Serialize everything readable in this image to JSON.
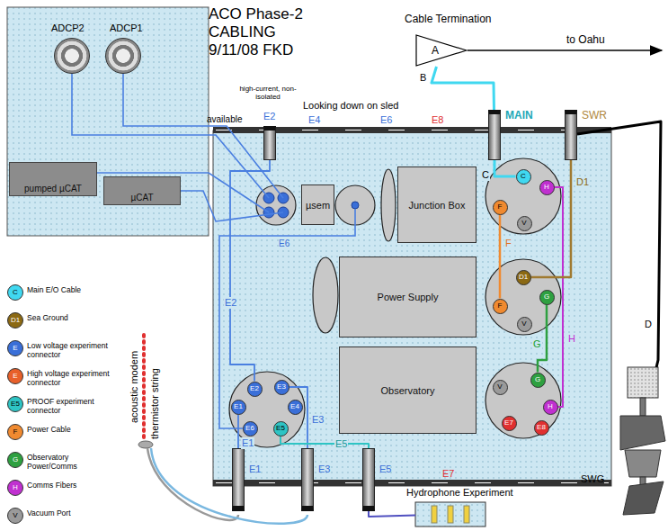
{
  "diagram": {
    "title": "ACO Phase-2 CABLING 9/11/08 FKD",
    "nodes": [
      {
        "text": [
          "Cable Termination",
          "A"
        ]
      },
      {
        "text": [
          "ADCP2"
        ]
      },
      {
        "text": [
          "ADCP1"
        ]
      },
      {
        "text": [
          "pumped µCAT"
        ]
      },
      {
        "text": [
          "µCAT"
        ]
      },
      {
        "text": [
          "E2"
        ]
      },
      {
        "text": [
          "MAIN"
        ]
      },
      {
        "text": [
          "SWR"
        ]
      },
      {
        "text": [
          "Looking down on sled"
        ]
      },
      {
        "text": [
          "µsem"
        ],
        "in": 8
      },
      {
        "text": [
          "Junction Box"
        ],
        "in": 8
      },
      {
        "text": [
          "C"
        ],
        "in": 8
      },
      {
        "text": [
          "F"
        ],
        "in": 8
      },
      {
        "text": [
          "H"
        ],
        "in": 8
      },
      {
        "text": [
          "V"
        ],
        "in": 8
      },
      {
        "text": [
          "Power Supply"
        ],
        "in": 8
      },
      {
        "text": [
          "D1"
        ],
        "in": 8
      },
      {
        "text": [
          "F"
        ],
        "in": 8
      },
      {
        "text": [
          "G"
        ],
        "in": 8
      },
      {
        "text": [
          "V"
        ],
        "in": 8
      },
      {
        "text": [
          "Observatory"
        ],
        "in": 8
      },
      {
        "text": [
          "E2"
        ],
        "in": 8
      },
      {
        "text": [
          "E3"
        ],
        "in": 8
      },
      {
        "text": [
          "E1"
        ],
        "in": 8
      },
      {
        "text": [
          "E4"
        ],
        "in": 8
      },
      {
        "text": [
          "E5"
        ],
        "in": 8
      },
      {
        "text": [
          "E6"
        ],
        "in": 8
      },
      {
        "text": [
          "V"
        ],
        "in": 8
      },
      {
        "text": [
          "G"
        ],
        "in": 8
      },
      {
        "text": [
          "H"
        ],
        "in": 8
      },
      {
        "text": [
          "E7"
        ],
        "in": 8
      },
      {
        "text": [
          "E8"
        ],
        "in": 8
      },
      {
        "text": [
          "E1"
        ]
      },
      {
        "text": [
          "E3"
        ]
      },
      {
        "text": [
          "E5"
        ]
      },
      {
        "text": [
          "SWG"
        ]
      },
      {
        "text": [
          "Hydrophone Experiment"
        ]
      }
    ],
    "edges": [
      {
        "from": 0,
        "to": 6,
        "arrow": "none",
        "label": "B"
      },
      {
        "from": 6,
        "to": 11,
        "arrow": "none",
        "label": "C"
      },
      {
        "from": 12,
        "to": 17,
        "arrow": "none",
        "label": "F"
      },
      {
        "from": 18,
        "to": 28,
        "arrow": "none",
        "label": "G"
      },
      {
        "from": 13,
        "to": 29,
        "arrow": "none",
        "label": "H"
      },
      {
        "from": 16,
        "to": 7,
        "arrow": "none",
        "label": "D1"
      },
      {
        "from": 7,
        "to": 35,
        "arrow": "none",
        "label": "D"
      },
      {
        "from": 21,
        "to": 5,
        "arrow": "none",
        "label": "E2"
      },
      {
        "from": 23,
        "to": 32,
        "arrow": "none",
        "label": "E1"
      },
      {
        "from": 22,
        "to": 33,
        "arrow": "none",
        "label": "E3"
      },
      {
        "from": 25,
        "to": 34,
        "arrow": "none",
        "label": "E5"
      },
      {
        "from": 34,
        "to": 36,
        "arrow": "none"
      }
    ],
    "labels": [
      "to Oahu",
      "high-current, non-isolated",
      "available",
      "E4",
      "E6",
      "E8",
      "E7",
      "E6",
      "acoustic modem",
      "thermistor string",
      "C",
      "D1",
      "E",
      "E",
      "E5",
      "F",
      "G",
      "H",
      "V"
    ],
    "legend": [
      {
        "text": "Main E/O Cable",
        "color": "#40d8f0"
      },
      {
        "text": "Sea Ground",
        "color": "#8b6914"
      },
      {
        "text": "Low voltage experiment connector",
        "color": "#3a6fd8"
      },
      {
        "text": "High voltage experiment connector",
        "color": "#e8602a"
      },
      {
        "text": "PROOF experiment connector",
        "color": "#2ec4c4"
      },
      {
        "text": "Power Cable",
        "color": "#f08a30"
      },
      {
        "text": "Observatory Power/Comms",
        "color": "#2ea040"
      },
      {
        "text": "Comms Fibers",
        "color": "#c030d0"
      },
      {
        "text": "Vacuum Port",
        "color": "#9a9a9a"
      }
    ]
  }
}
